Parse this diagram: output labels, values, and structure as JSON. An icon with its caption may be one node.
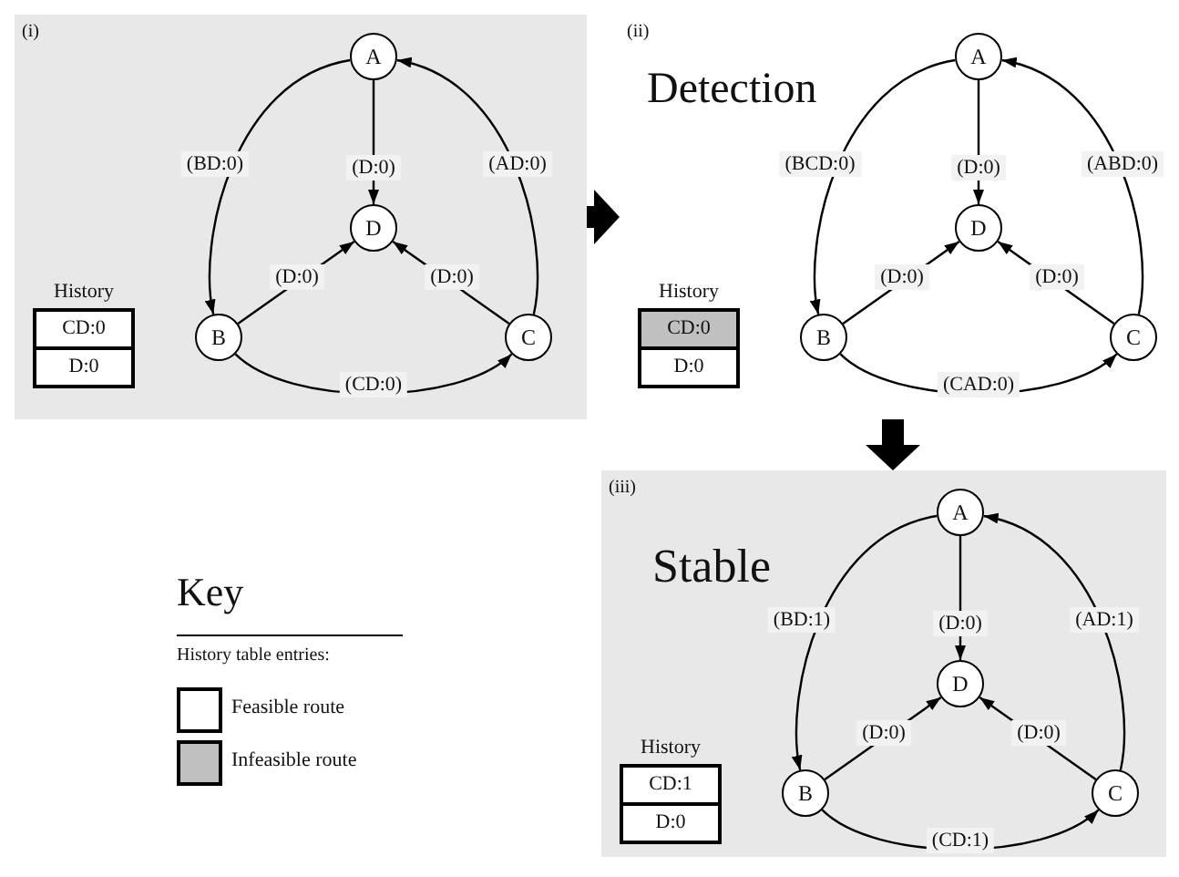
{
  "diagram": {
    "nodes": [
      {
        "text": [
          "(i)"
        ]
      },
      {
        "text": [
          "A"
        ],
        "in": 0
      },
      {
        "text": [
          "D"
        ],
        "in": 0
      },
      {
        "text": [
          "B"
        ],
        "in": 0
      },
      {
        "text": [
          "C"
        ],
        "in": 0
      },
      {
        "text": [
          "History"
        ],
        "in": 0
      },
      {
        "text": [
          "CD:0"
        ],
        "in": 5
      },
      {
        "text": [
          "D:0"
        ],
        "in": 5
      },
      {
        "text": [
          "(ii)",
          "Detection"
        ]
      },
      {
        "text": [
          "A"
        ],
        "in": 8
      },
      {
        "text": [
          "D"
        ],
        "in": 8
      },
      {
        "text": [
          "B"
        ],
        "in": 8
      },
      {
        "text": [
          "C"
        ],
        "in": 8
      },
      {
        "text": [
          "History"
        ],
        "in": 8
      },
      {
        "text": [
          "CD:0"
        ],
        "in": 13
      },
      {
        "text": [
          "D:0"
        ],
        "in": 13
      },
      {
        "text": [
          "(iii)",
          "Stable"
        ]
      },
      {
        "text": [
          "A"
        ],
        "in": 16
      },
      {
        "text": [
          "D"
        ],
        "in": 16
      },
      {
        "text": [
          "B"
        ],
        "in": 16
      },
      {
        "text": [
          "C"
        ],
        "in": 16
      },
      {
        "text": [
          "History"
        ],
        "in": 16
      },
      {
        "text": [
          "CD:1"
        ],
        "in": 21
      },
      {
        "text": [
          "D:0"
        ],
        "in": 21
      }
    ],
    "edges": [
      {
        "from": 1,
        "to": 2,
        "arrow": "to",
        "label": "(D:0)"
      },
      {
        "from": 1,
        "to": 3,
        "arrow": "to",
        "label": "(BD:0)"
      },
      {
        "from": 4,
        "to": 1,
        "arrow": "to",
        "label": "(AD:0)"
      },
      {
        "from": 3,
        "to": 2,
        "arrow": "to",
        "label": "(D:0)"
      },
      {
        "from": 4,
        "to": 2,
        "arrow": "to",
        "label": "(D:0)"
      },
      {
        "from": 3,
        "to": 4,
        "arrow": "to",
        "label": "(CD:0)"
      },
      {
        "from": 9,
        "to": 10,
        "arrow": "to",
        "label": "(D:0)"
      },
      {
        "from": 9,
        "to": 11,
        "arrow": "to",
        "label": "(BCD:0)"
      },
      {
        "from": 12,
        "to": 9,
        "arrow": "to",
        "label": "(ABD:0)"
      },
      {
        "from": 11,
        "to": 10,
        "arrow": "to",
        "label": "(D:0)"
      },
      {
        "from": 12,
        "to": 10,
        "arrow": "to",
        "label": "(D:0)"
      },
      {
        "from": 11,
        "to": 12,
        "arrow": "to",
        "label": "(CAD:0)"
      },
      {
        "from": 17,
        "to": 18,
        "arrow": "to",
        "label": "(D:0)"
      },
      {
        "from": 17,
        "to": 19,
        "arrow": "to",
        "label": "(BD:1)"
      },
      {
        "from": 20,
        "to": 17,
        "arrow": "to",
        "label": "(AD:1)"
      },
      {
        "from": 19,
        "to": 18,
        "arrow": "to",
        "label": "(D:0)"
      },
      {
        "from": 20,
        "to": 18,
        "arrow": "to",
        "label": "(D:0)"
      },
      {
        "from": 19,
        "to": 20,
        "arrow": "to",
        "label": "(CD:1)"
      },
      {
        "from": 0,
        "to": 8,
        "arrow": "to",
        "style": "thick"
      },
      {
        "from": 8,
        "to": 16,
        "arrow": "to",
        "style": "thick"
      }
    ],
    "labels": [
      "Key",
      "History table entries:"
    ],
    "legend": [
      {
        "text": "Feasible route",
        "color": "#ffffff"
      },
      {
        "text": "Infeasible route",
        "color": "#c0c0c0"
      }
    ]
  }
}
